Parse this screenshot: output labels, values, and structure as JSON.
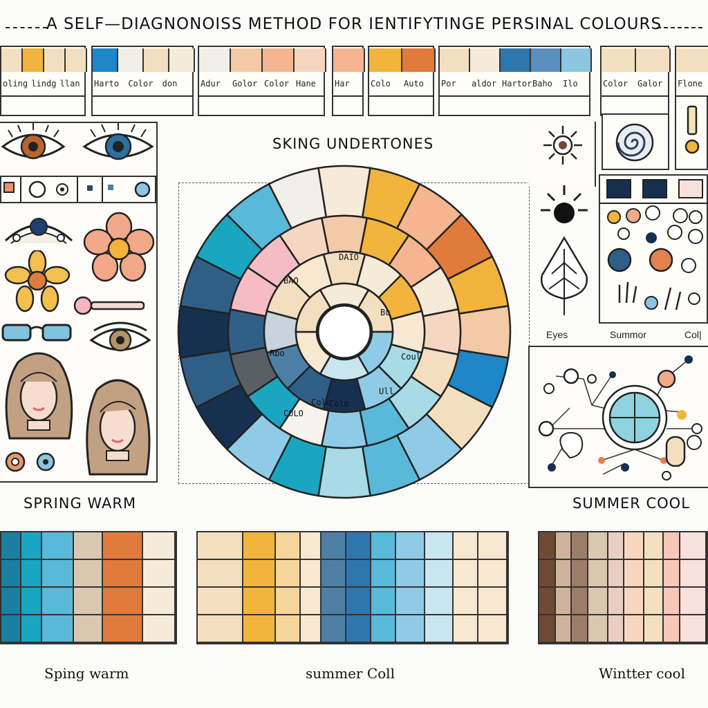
{
  "title": "A SELF—DIAGNONOISS METHOD FOR IENTIFYTINGE PERSINAL COLOURS",
  "center_title": "SKING UNDERTONES",
  "left_section_title": "SPRING WARM",
  "right_section_title": "SUMMER COOL",
  "right_labels": {
    "eyes": "Eyes",
    "summer": "Summor",
    "col": "Col|"
  },
  "bottom_labels": {
    "left": "Sping warm",
    "center": "summer Coll",
    "right": "Wintter cool"
  },
  "top_strip": {
    "cards": [
      {
        "captions": [
          "oling",
          "lindg",
          "llan"
        ]
      },
      {
        "captions": [
          "Harto",
          "Color",
          "don"
        ]
      },
      {
        "captions": [
          "Adur",
          "Golor",
          "Color",
          "Hane"
        ]
      },
      {
        "captions": [
          "Har"
        ]
      },
      {
        "captions": [
          "Colo",
          "Auto"
        ]
      },
      {
        "captions": [
          "Por",
          "aldor",
          "Hartor",
          "Baho",
          "Ilo"
        ]
      },
      {
        "captions": [
          "Color",
          "Galor"
        ]
      },
      {
        "captions": [
          "Flone"
        ]
      }
    ]
  },
  "wheel_labels": [
    "BAO",
    "Rbo",
    "Coul",
    "DAIO",
    "Colo",
    "Bu",
    "Colo",
    "Ull",
    "COLO"
  ],
  "colors": {
    "blue": "#1f86c8",
    "navy": "#16304f",
    "teal": "#1aa6c0",
    "peach": "#f4b590",
    "orange": "#e07b3c",
    "mustard": "#f2b43c",
    "pink": "#f5bcc4",
    "sky": "#8fcbe6",
    "cream": "#f3dfc0",
    "tan": "#cdb49a",
    "brown": "#6f4a35"
  }
}
